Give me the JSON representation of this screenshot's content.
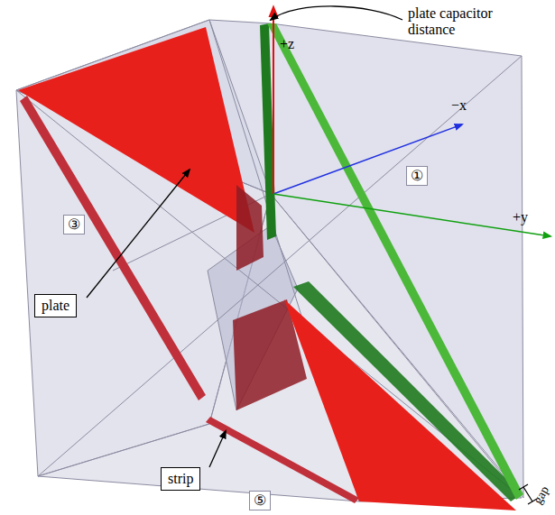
{
  "diagram": {
    "nodes": [
      {
        "text": [
          "①"
        ]
      },
      {
        "text": [
          "③"
        ]
      },
      {
        "text": [
          "plate"
        ]
      },
      {
        "text": [
          "strip"
        ]
      },
      {
        "text": [
          "⑤"
        ]
      }
    ],
    "labels": [
      "plate capacitor distance",
      "+z",
      "−x",
      "+y",
      "gap"
    ]
  }
}
